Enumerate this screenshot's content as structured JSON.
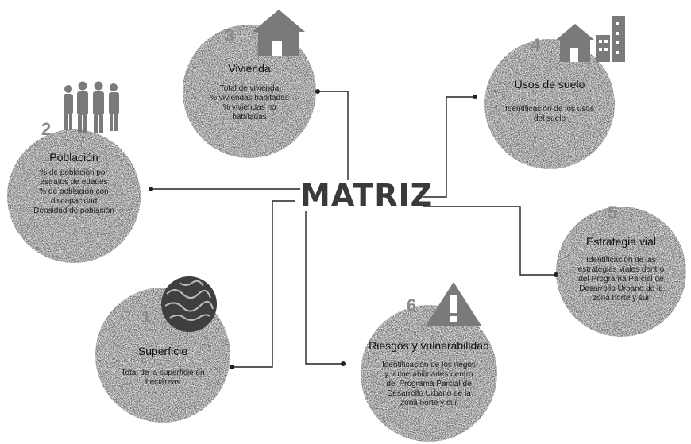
{
  "center": {
    "label": "MATRIZ"
  },
  "nodes": [
    {
      "num": "2",
      "title": "Población",
      "lines": [
        "% de población por",
        "estratos de edades",
        "% de población con",
        "discapacidad",
        "Densidad de población"
      ],
      "icon": "people-icon"
    },
    {
      "num": "3",
      "title": "Vivienda",
      "lines": [
        "Total de vivienda",
        "% viviendas habitadas",
        "% viviendas no",
        "habitadas"
      ],
      "icon": "house-icon"
    },
    {
      "num": "4",
      "title": "Usos de suelo",
      "lines": [
        "Identificación de los usos",
        "del suelo"
      ],
      "icon": "buildings-icon"
    },
    {
      "num": "5",
      "title": "Estrategia vial",
      "lines": [
        "Identificación de las",
        "estrategias viales dentro",
        "del Programa Parcial de",
        "Desarrollo Urbano de la",
        "zona norte y sur"
      ],
      "icon": ""
    },
    {
      "num": "6",
      "title": "Riesgos y vulnerabilidad",
      "lines": [
        "Identificación de los riegos",
        "y vulnerabilidades dentro",
        "del Programa Parcial de",
        "Desarrollo Urbano de la",
        "zona norte y sur"
      ],
      "icon": "warning-icon"
    },
    {
      "num": "1",
      "title": "Superficie",
      "lines": [
        "Total de la superficie en",
        "hectáreas"
      ],
      "icon": "terrain-icon"
    }
  ],
  "colors": {
    "circle": "#e6e6e6",
    "line": "#222222",
    "text": "#222222",
    "icon": "#7a7a7a"
  }
}
